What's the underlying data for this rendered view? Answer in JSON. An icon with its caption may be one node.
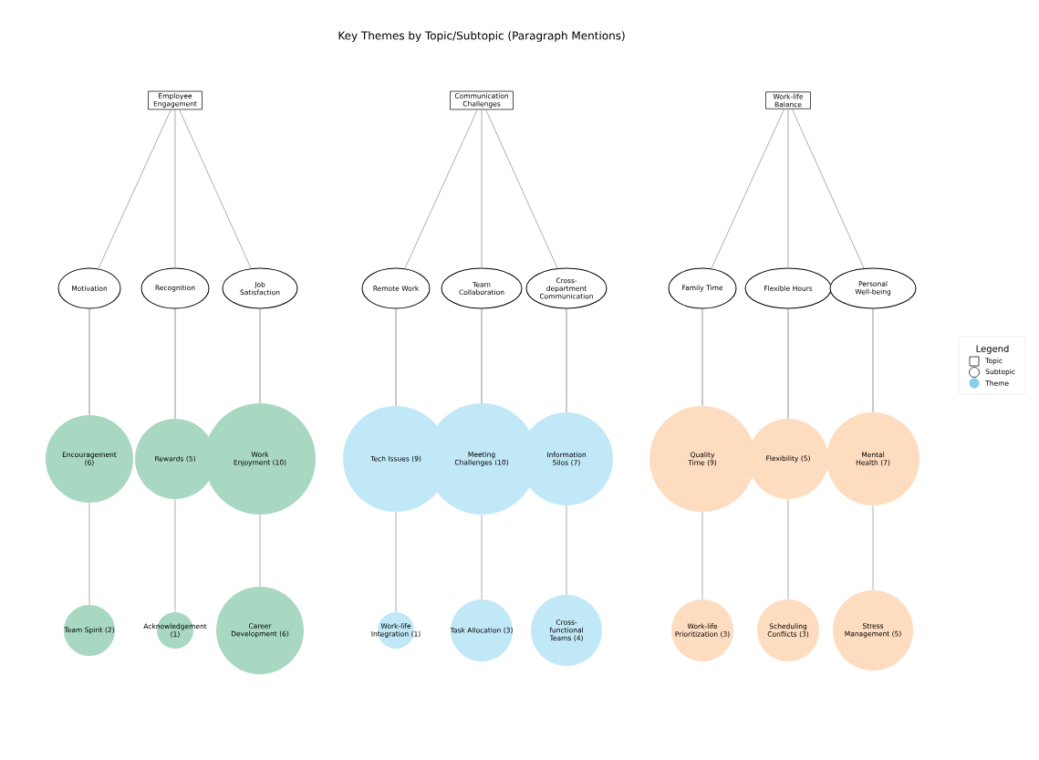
{
  "diagram": {
    "title": "Key Themes by Topic/Subtopic (Paragraph Mentions)",
    "nodes": [
      {
        "text": [
          "Employee Engagement"
        ]
      },
      {
        "text": [
          "Communication Challenges"
        ]
      },
      {
        "text": [
          "Work-life Balance"
        ]
      },
      {
        "text": [
          "Motivation"
        ]
      },
      {
        "text": [
          "Recognition"
        ]
      },
      {
        "text": [
          "Job Satisfaction"
        ]
      },
      {
        "text": [
          "Remote Work"
        ]
      },
      {
        "text": [
          "Team Collaboration"
        ]
      },
      {
        "text": [
          "Cross-department Communication"
        ]
      },
      {
        "text": [
          "Family Time"
        ]
      },
      {
        "text": [
          "Flexible Hours"
        ]
      },
      {
        "text": [
          "Personal Well-being"
        ]
      },
      {
        "text": [
          "Encouragement (6)"
        ]
      },
      {
        "text": [
          "Rewards (5)"
        ]
      },
      {
        "text": [
          "Work Enjoyment (10)"
        ]
      },
      {
        "text": [
          "Tech Issues (9)"
        ]
      },
      {
        "text": [
          "Meeting Challenges (10)"
        ]
      },
      {
        "text": [
          "Information Silos (7)"
        ]
      },
      {
        "text": [
          "Quality Time (9)"
        ]
      },
      {
        "text": [
          "Flexibility (5)"
        ]
      },
      {
        "text": [
          "Mental Health (7)"
        ]
      },
      {
        "text": [
          "Team Spirit (2)"
        ]
      },
      {
        "text": [
          "Acknowledgement (1)"
        ]
      },
      {
        "text": [
          "Career Development (6)"
        ]
      },
      {
        "text": [
          "Work-life Integration (1)"
        ]
      },
      {
        "text": [
          "Task Allocation (3)"
        ]
      },
      {
        "text": [
          "Cross-functional Teams (4)"
        ]
      },
      {
        "text": [
          "Work-life Prioritization (3)"
        ]
      },
      {
        "text": [
          "Scheduling Conflicts (3)"
        ]
      },
      {
        "text": [
          "Stress Management (5)"
        ]
      }
    ],
    "edges": [
      {
        "from": 0,
        "to": 3,
        "arrow": "none"
      },
      {
        "from": 0,
        "to": 4,
        "arrow": "none"
      },
      {
        "from": 0,
        "to": 5,
        "arrow": "none"
      },
      {
        "from": 1,
        "to": 6,
        "arrow": "none"
      },
      {
        "from": 1,
        "to": 7,
        "arrow": "none"
      },
      {
        "from": 1,
        "to": 8,
        "arrow": "none"
      },
      {
        "from": 2,
        "to": 9,
        "arrow": "none"
      },
      {
        "from": 2,
        "to": 10,
        "arrow": "none"
      },
      {
        "from": 2,
        "to": 11,
        "arrow": "none"
      },
      {
        "from": 3,
        "to": 12,
        "arrow": "none",
        "color": "#777777"
      },
      {
        "from": 4,
        "to": 13,
        "arrow": "none",
        "color": "#777777"
      },
      {
        "from": 5,
        "to": 14,
        "arrow": "none",
        "color": "#777777"
      },
      {
        "from": 6,
        "to": 15,
        "arrow": "none",
        "color": "#777777"
      },
      {
        "from": 7,
        "to": 16,
        "arrow": "none",
        "color": "#777777"
      },
      {
        "from": 8,
        "to": 17,
        "arrow": "none",
        "color": "#777777"
      },
      {
        "from": 9,
        "to": 18,
        "arrow": "none",
        "color": "#777777"
      },
      {
        "from": 10,
        "to": 19,
        "arrow": "none",
        "color": "#777777"
      },
      {
        "from": 11,
        "to": 20,
        "arrow": "none",
        "color": "#777777"
      },
      {
        "from": 12,
        "to": 21,
        "arrow": "none"
      },
      {
        "from": 13,
        "to": 22,
        "arrow": "none"
      },
      {
        "from": 14,
        "to": 23,
        "arrow": "none"
      },
      {
        "from": 15,
        "to": 24,
        "arrow": "none"
      },
      {
        "from": 16,
        "to": 25,
        "arrow": "none"
      },
      {
        "from": 17,
        "to": 26,
        "arrow": "none"
      },
      {
        "from": 18,
        "to": 27,
        "arrow": "none"
      },
      {
        "from": 19,
        "to": 28,
        "arrow": "none"
      },
      {
        "from": 20,
        "to": 29,
        "arrow": "none"
      }
    ],
    "labels": [
      "Legend"
    ],
    "legend": [
      {
        "text": "Topic"
      },
      {
        "text": "Subtopic"
      },
      {
        "text": "Theme",
        "color": "#87ceeb"
      }
    ]
  }
}
